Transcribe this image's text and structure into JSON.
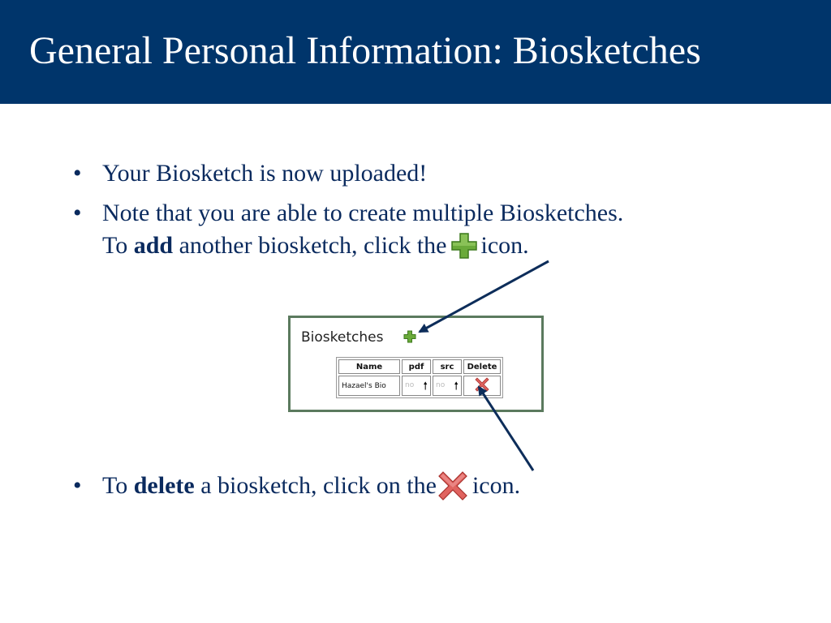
{
  "slide": {
    "title": "General Personal Information: Biosketches"
  },
  "bullets": [
    {
      "text": "Your Biosketch is now uploaded!"
    },
    {
      "line1": "Note that you are able to create multiple Biosketches.",
      "line2_pre": "To ",
      "line2_bold": "add",
      "line2_mid": " another biosketch, click the",
      "line2_post": "icon."
    },
    {
      "pre": "To ",
      "bold": "delete",
      "mid": " a biosketch, click on the",
      "post": "icon."
    }
  ],
  "bullet_symbol": "•",
  "screenshot": {
    "heading": "Biosketches",
    "add_icon": "plus-icon",
    "table": {
      "headers": [
        "Name",
        "pdf",
        "src",
        "Delete"
      ],
      "rows": [
        {
          "name": "Hazael's Bio",
          "pdf": "no",
          "src": "no",
          "delete_icon": "x-icon"
        }
      ],
      "upload_icon": "up-arrow-icon"
    }
  },
  "colors": {
    "title_bar": "#00356b",
    "body_text": "#0a2a5e",
    "arrow": "#0d2d5a",
    "plus_icon": "#6aaa3a",
    "x_icon": "#d9534f"
  }
}
